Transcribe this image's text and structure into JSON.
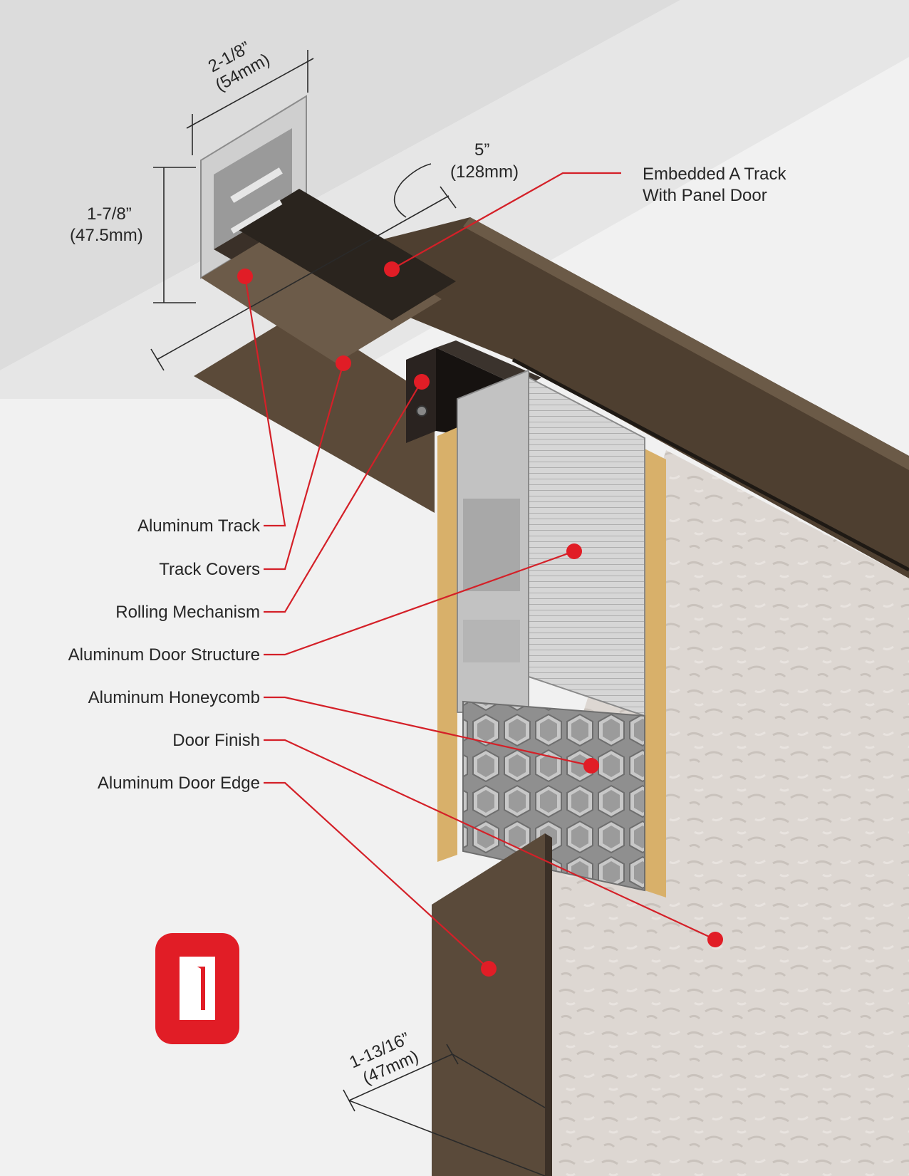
{
  "diagram": {
    "callouts": [
      {
        "id": "embedded-track",
        "lines": [
          "Embedded A Track",
          "With Panel Door"
        ]
      },
      {
        "id": "aluminum-track",
        "lines": [
          "Aluminum Track"
        ]
      },
      {
        "id": "track-covers",
        "lines": [
          "Track Covers"
        ]
      },
      {
        "id": "rolling-mechanism",
        "lines": [
          "Rolling Mechanism"
        ]
      },
      {
        "id": "door-structure",
        "lines": [
          "Aluminum Door Structure"
        ]
      },
      {
        "id": "honeycomb",
        "lines": [
          "Aluminum Honeycomb"
        ]
      },
      {
        "id": "door-finish",
        "lines": [
          "Door Finish"
        ]
      },
      {
        "id": "door-edge",
        "lines": [
          "Aluminum Door Edge"
        ]
      }
    ],
    "dimensions": {
      "track_width": {
        "imperial": "2-1/8”",
        "metric": "(54mm)"
      },
      "track_height": {
        "imperial": "1-7/8”",
        "metric": "(47.5mm)"
      },
      "cover_width": {
        "imperial": "5”",
        "metric": "(128mm)"
      },
      "door_thickness": {
        "imperial": "1-13/16”",
        "metric": "(47mm)"
      }
    },
    "colors": {
      "accent": "#e11d26",
      "bronze": "#5a4a3a",
      "wood_edge": "#d8b06a",
      "aluminum": "#c9c9c9",
      "wall": "#f1f1f1"
    },
    "logo": "door-logo-icon"
  }
}
